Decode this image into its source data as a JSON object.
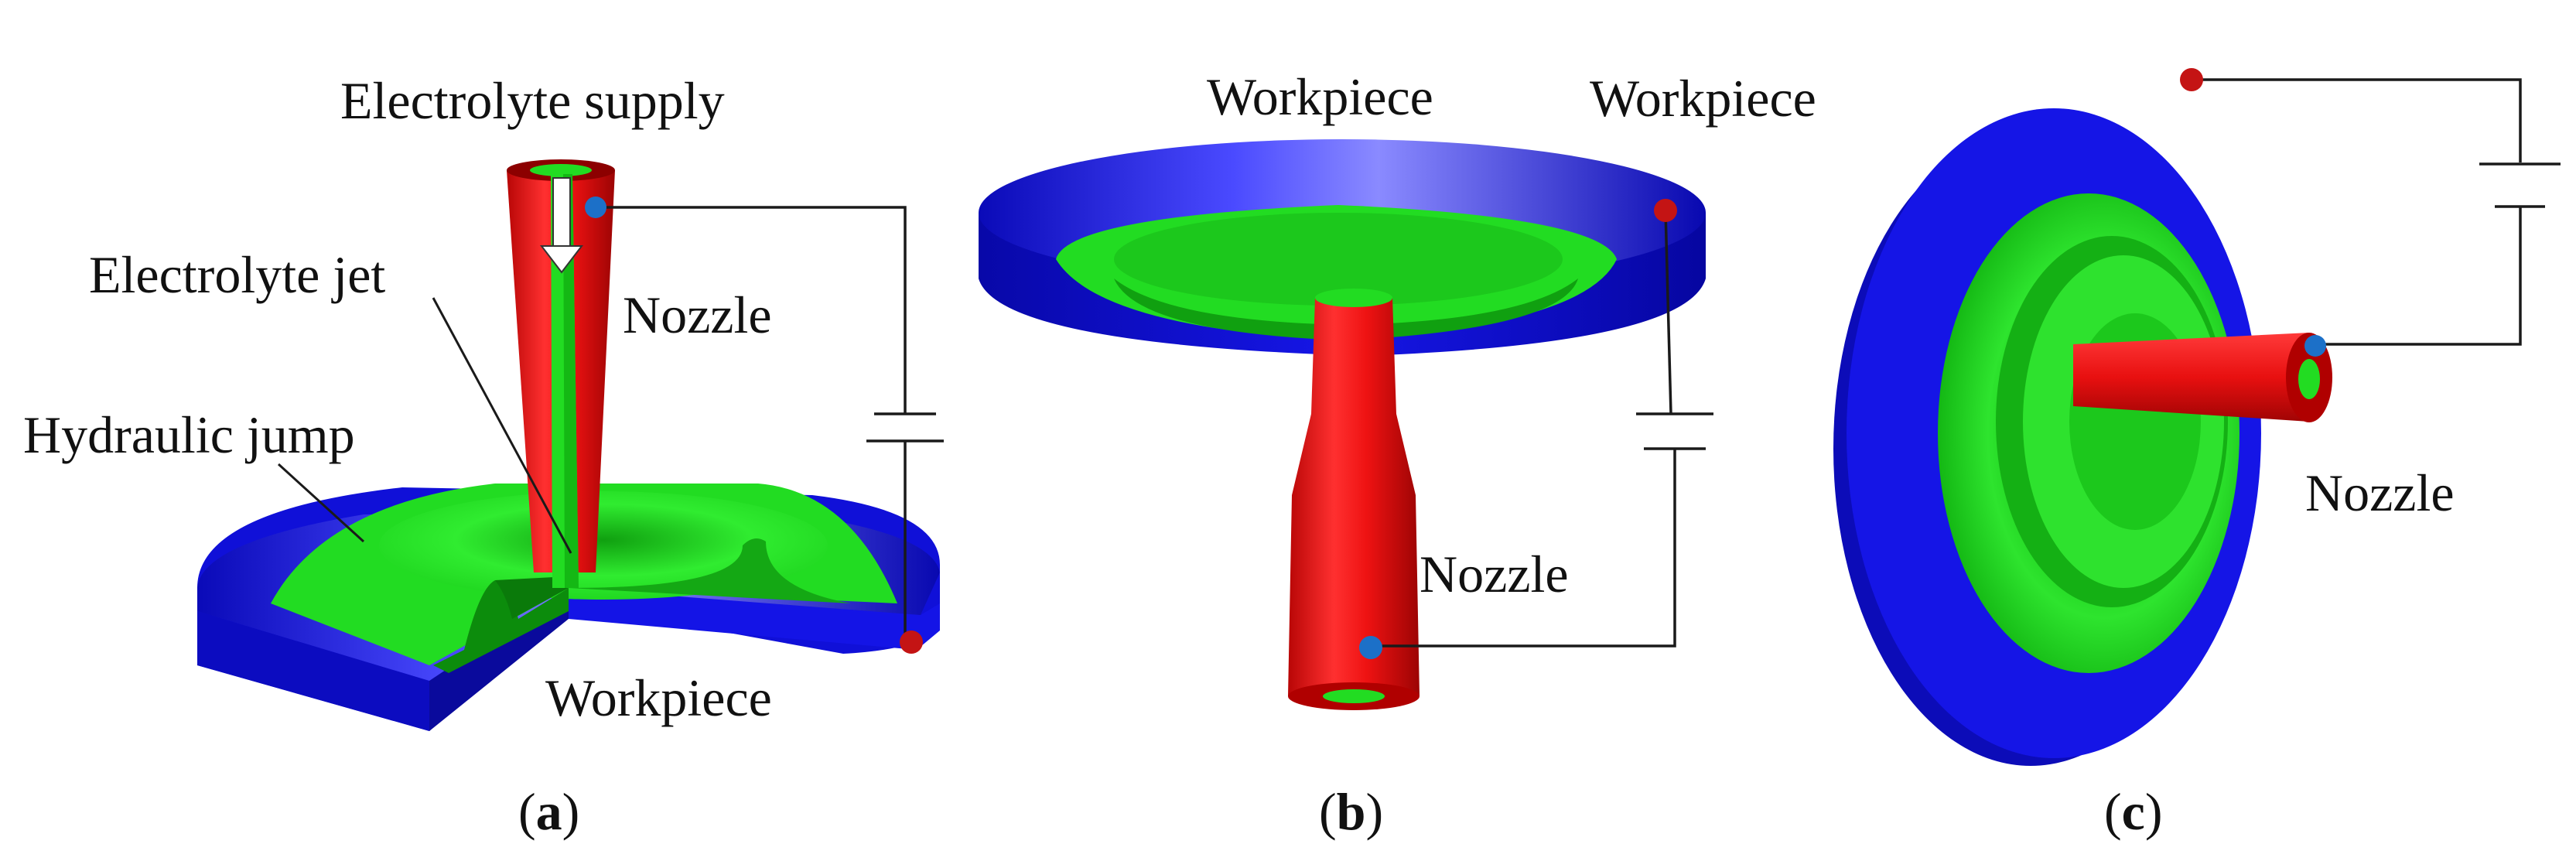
{
  "panels": [
    {
      "id": "a",
      "caption_prefix": "(",
      "caption_letter": "a",
      "caption_suffix": ")",
      "labels": {
        "electrolyte_supply": "Electrolyte supply",
        "electrolyte_jet": "Electrolyte jet",
        "nozzle": "Nozzle",
        "hydraulic_jump": "Hydraulic jump",
        "workpiece": "Workpiece"
      }
    },
    {
      "id": "b",
      "caption_prefix": "(",
      "caption_letter": "b",
      "caption_suffix": ")",
      "labels": {
        "workpiece": "Workpiece",
        "nozzle": "Nozzle"
      }
    },
    {
      "id": "c",
      "caption_prefix": "(",
      "caption_letter": "c",
      "caption_suffix": ")",
      "labels": {
        "workpiece": "Workpiece",
        "nozzle": "Nozzle"
      }
    }
  ],
  "colors": {
    "workpiece": "#1010e0",
    "workpiece_dark": "#0a0a9a",
    "electrolyte": "#22e022",
    "electrolyte_dark": "#0c9c0c",
    "nozzle": "#ee1010",
    "nozzle_dark": "#a80808",
    "terminal_positive": "#c41414",
    "terminal_negative": "#1c70c8",
    "wire": "#1a1a1a"
  }
}
